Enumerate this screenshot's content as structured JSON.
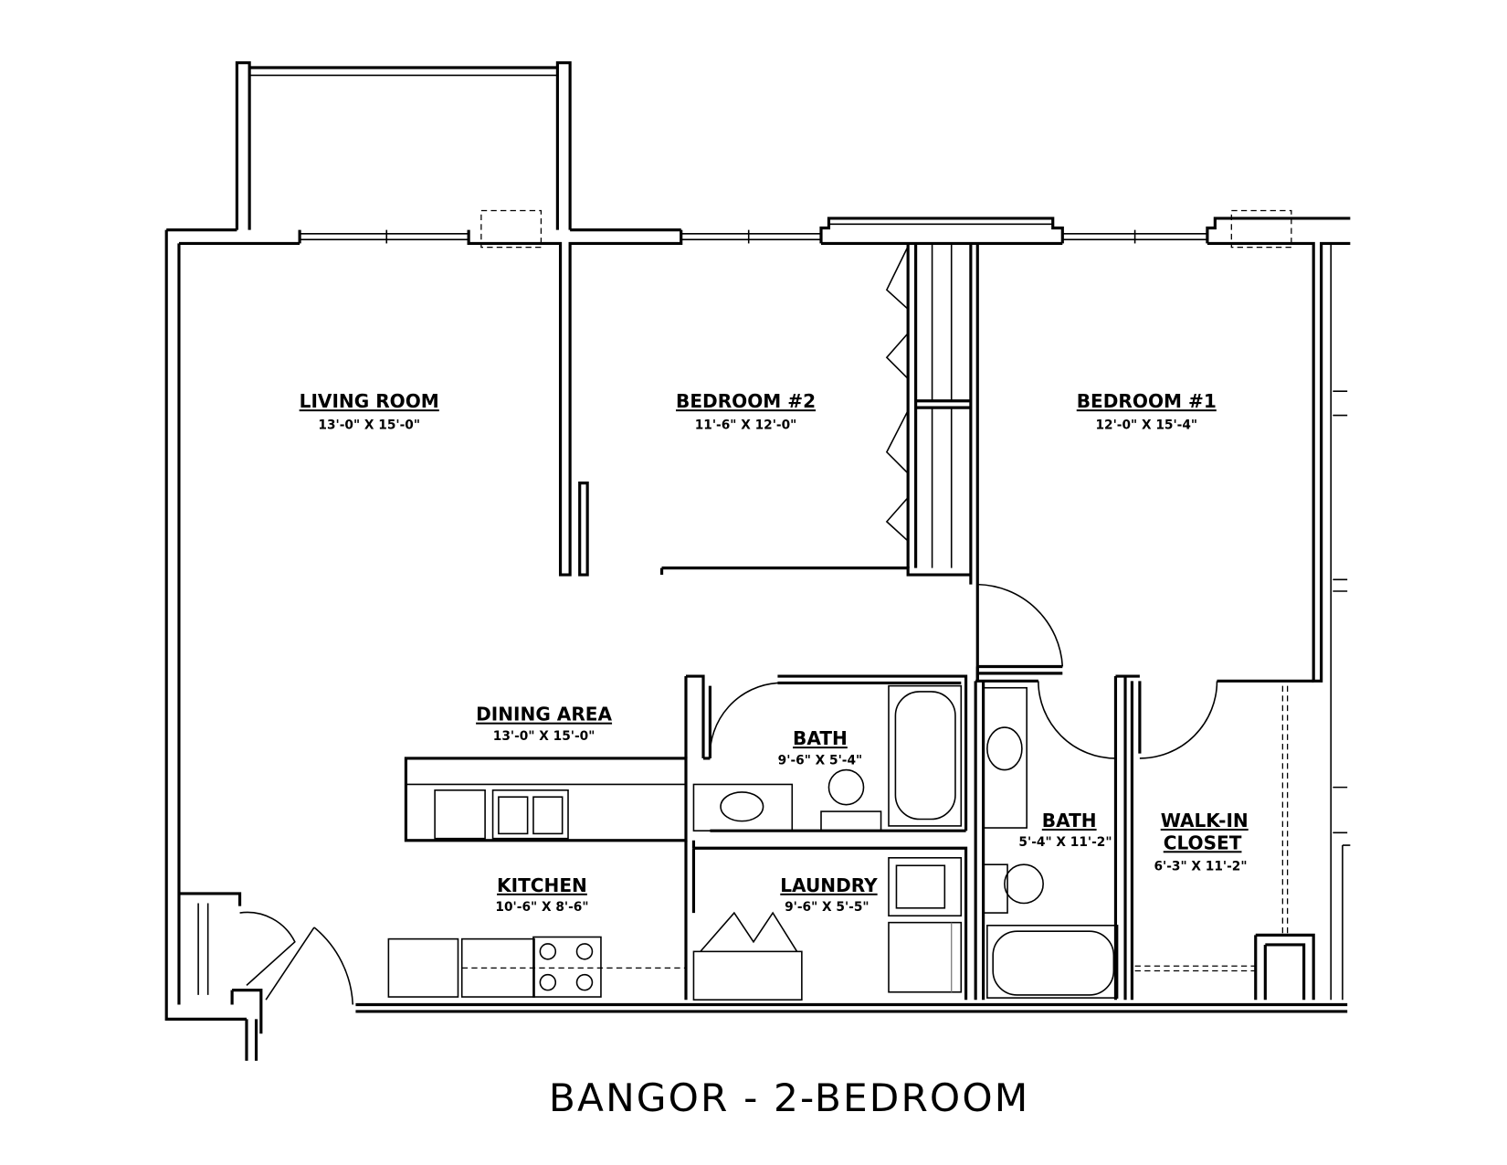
{
  "title": "BANGOR - 2-BEDROOM",
  "rooms": {
    "living_room": {
      "name": "LIVING ROOM",
      "dims": "13'-0\" X 15'-0\""
    },
    "bedroom_2": {
      "name": "BEDROOM #2",
      "dims": "11'-6\" X 12'-0\""
    },
    "bedroom_1": {
      "name": "BEDROOM #1",
      "dims": "12'-0\" X 15'-4\""
    },
    "dining_area": {
      "name": "DINING AREA",
      "dims": "13'-0\" X 15'-0\""
    },
    "bath_1": {
      "name": "BATH",
      "dims": "9'-6\" X 5'-4\""
    },
    "bath_2": {
      "name": "BATH",
      "dims": "5'-4\" X 11'-2\""
    },
    "walk_in_closet": {
      "name_line1": "WALK-IN",
      "name_line2": "CLOSET",
      "dims": "6'-3\" X 11'-2\""
    },
    "kitchen": {
      "name": "KITCHEN",
      "dims": "10'-6\" X 8'-6\""
    },
    "laundry": {
      "name": "LAUNDRY",
      "dims": "9'-6\" X 5'-5\""
    }
  }
}
